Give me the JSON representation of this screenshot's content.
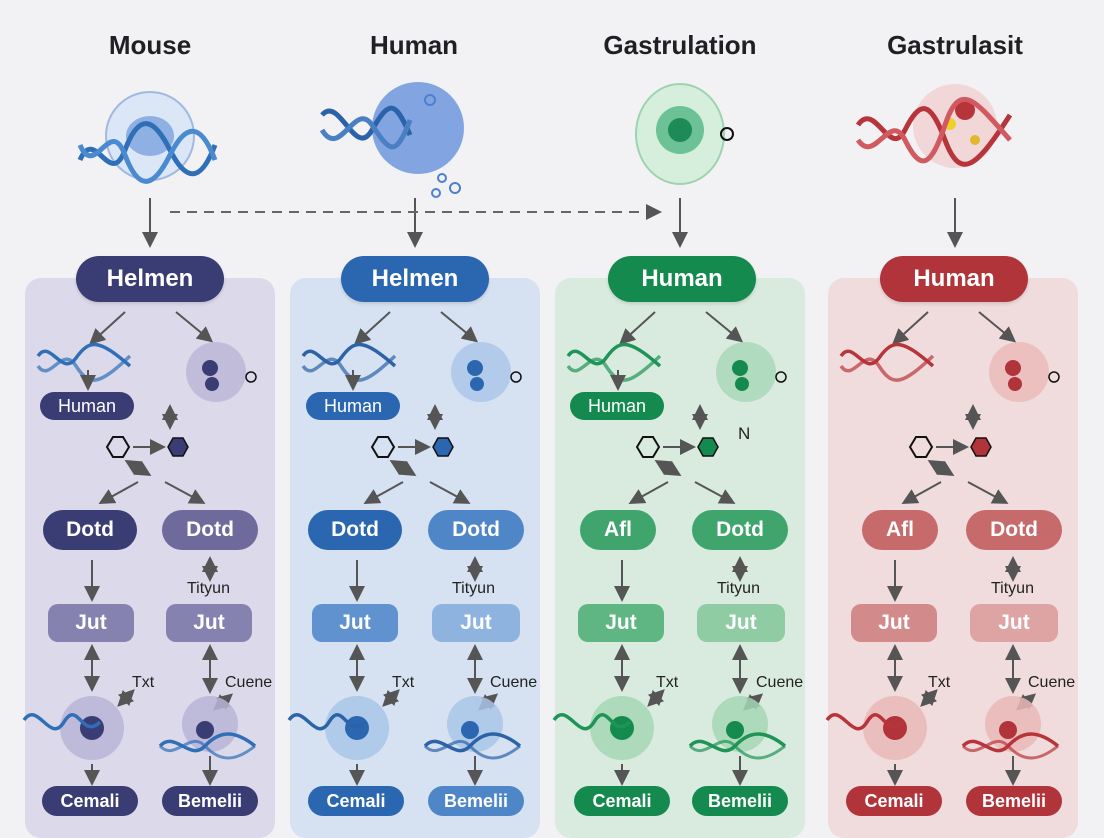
{
  "columns": [
    {
      "title": "Mouse",
      "header": "Helmen",
      "small": "Human",
      "left_pill": "Dotd",
      "right_pill": "Dotd",
      "between_label": "Tityun",
      "left_box": "Jut",
      "right_box": "Jut",
      "label_txt": "Txt",
      "label_cuene": "Cuene",
      "bottom_left": "Cemali",
      "bottom_right": "Bemelii",
      "colors": {
        "main": "#3a3c74",
        "panel": "#d8d6e8",
        "pill2": "#6e6a9c",
        "box": "#8582b0",
        "light": "#b9b4d6",
        "helix": "#2f6fb8"
      }
    },
    {
      "title": "Human",
      "header": "Helmen",
      "small": "Human",
      "left_pill": "Dotd",
      "right_pill": "Dotd",
      "between_label": "Tityun",
      "left_box": "Jut",
      "right_box": "Jut",
      "label_txt": "Txt",
      "label_cuene": "Cuene",
      "bottom_left": "Cemali",
      "bottom_right": "Bemelii",
      "colors": {
        "main": "#2a67b0",
        "panel": "#d3e0f0",
        "pill2": "#4f86c7",
        "box": "#5f92cf",
        "light": "#a9c5e8",
        "helix": "#2c63a8"
      }
    },
    {
      "title": "Gastrulation",
      "header": "Human",
      "small": "Human",
      "left_pill": "Afl",
      "right_pill": "Dotd",
      "between_label": "Tityun",
      "left_box": "Jut",
      "right_box": "Jut",
      "label_txt": "Txt",
      "label_cuene": "Cuene",
      "bottom_left": "Cemali",
      "bottom_right": "Bemelii",
      "extra_n": "N",
      "colors": {
        "main": "#158a4f",
        "panel": "#d5e9dc",
        "pill2": "#3fa56d",
        "box": "#5fb683",
        "light": "#a6d7b6",
        "helix": "#1e9457"
      }
    },
    {
      "title": "Gastrulasit",
      "header": "Human",
      "small": "",
      "left_pill": "Afl",
      "right_pill": "Dotd",
      "between_label": "Tityun",
      "left_box": "Jut",
      "right_box": "Jut",
      "label_txt": "Txt",
      "label_cuene": "Cuene",
      "bottom_left": "Cemali",
      "bottom_right": "Bemelii",
      "colors": {
        "main": "#b0343a",
        "panel": "#efd9da",
        "pill2": "#c76a6c",
        "box": "#d38a8b",
        "light": "#eab9b8",
        "helix": "#b8343b"
      }
    }
  ]
}
